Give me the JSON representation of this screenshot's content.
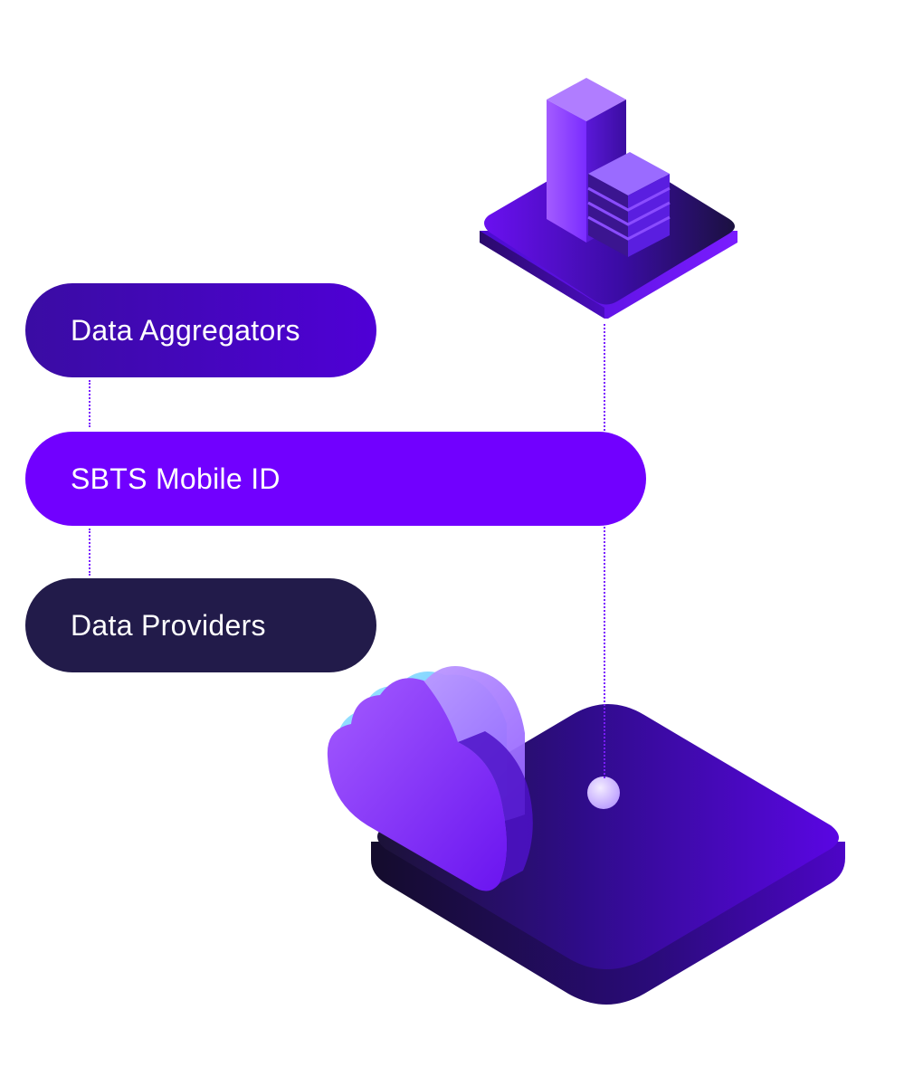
{
  "labels": {
    "aggregators": "Data Aggregators",
    "sbts": "SBTS Mobile ID",
    "providers": "Data Providers"
  },
  "colors": {
    "aggregators_fill_start": "#3a0ca3",
    "aggregators_fill_end": "#5a00e6",
    "sbts_fill": "#7100ff",
    "providers_fill": "#221b4a",
    "connector_dots": "#7a1cff",
    "platform_dark": "#1e1240",
    "platform_purple": "#5b06e0",
    "tower": "#8a3cff",
    "cloud": "#8c33ff",
    "cloud_accent": "#30b6ff"
  },
  "icons": {
    "top_illustration": "server-building-platform-icon",
    "bottom_illustration": "cloud-platform-icon",
    "node": "connection-node-icon"
  }
}
